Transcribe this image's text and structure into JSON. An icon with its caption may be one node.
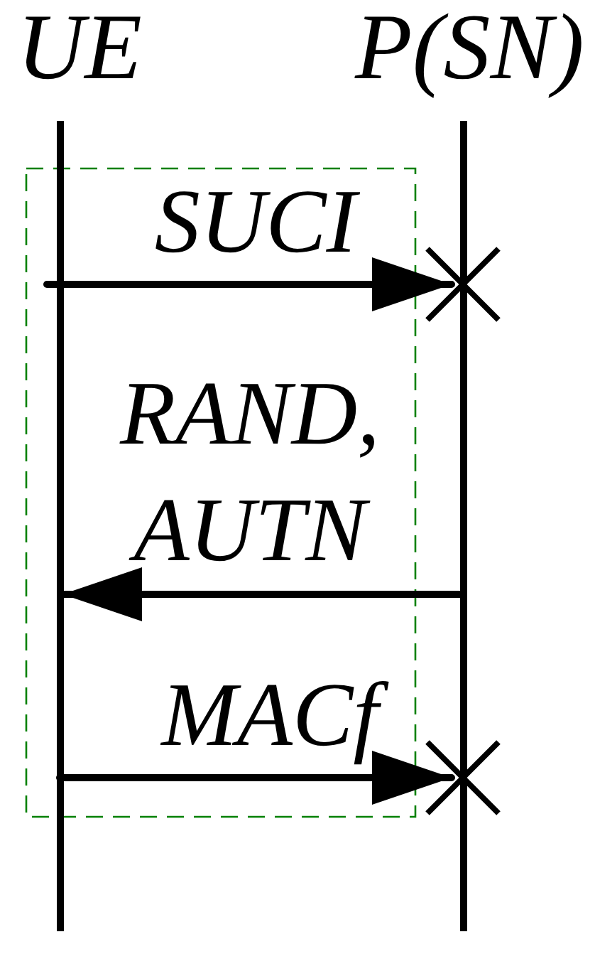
{
  "diagram": {
    "nodes": [
      {
        "text": [
          "UE"
        ]
      },
      {
        "text": [
          "P(SN)"
        ]
      }
    ],
    "edges": [
      {
        "from": 0,
        "to": 1,
        "arrow": "to",
        "label": "SUCI"
      },
      {
        "from": 1,
        "to": 0,
        "arrow": "to",
        "label": "RAND, AUTN"
      },
      {
        "from": 0,
        "to": 1,
        "arrow": "to",
        "label": "MACf"
      }
    ]
  }
}
